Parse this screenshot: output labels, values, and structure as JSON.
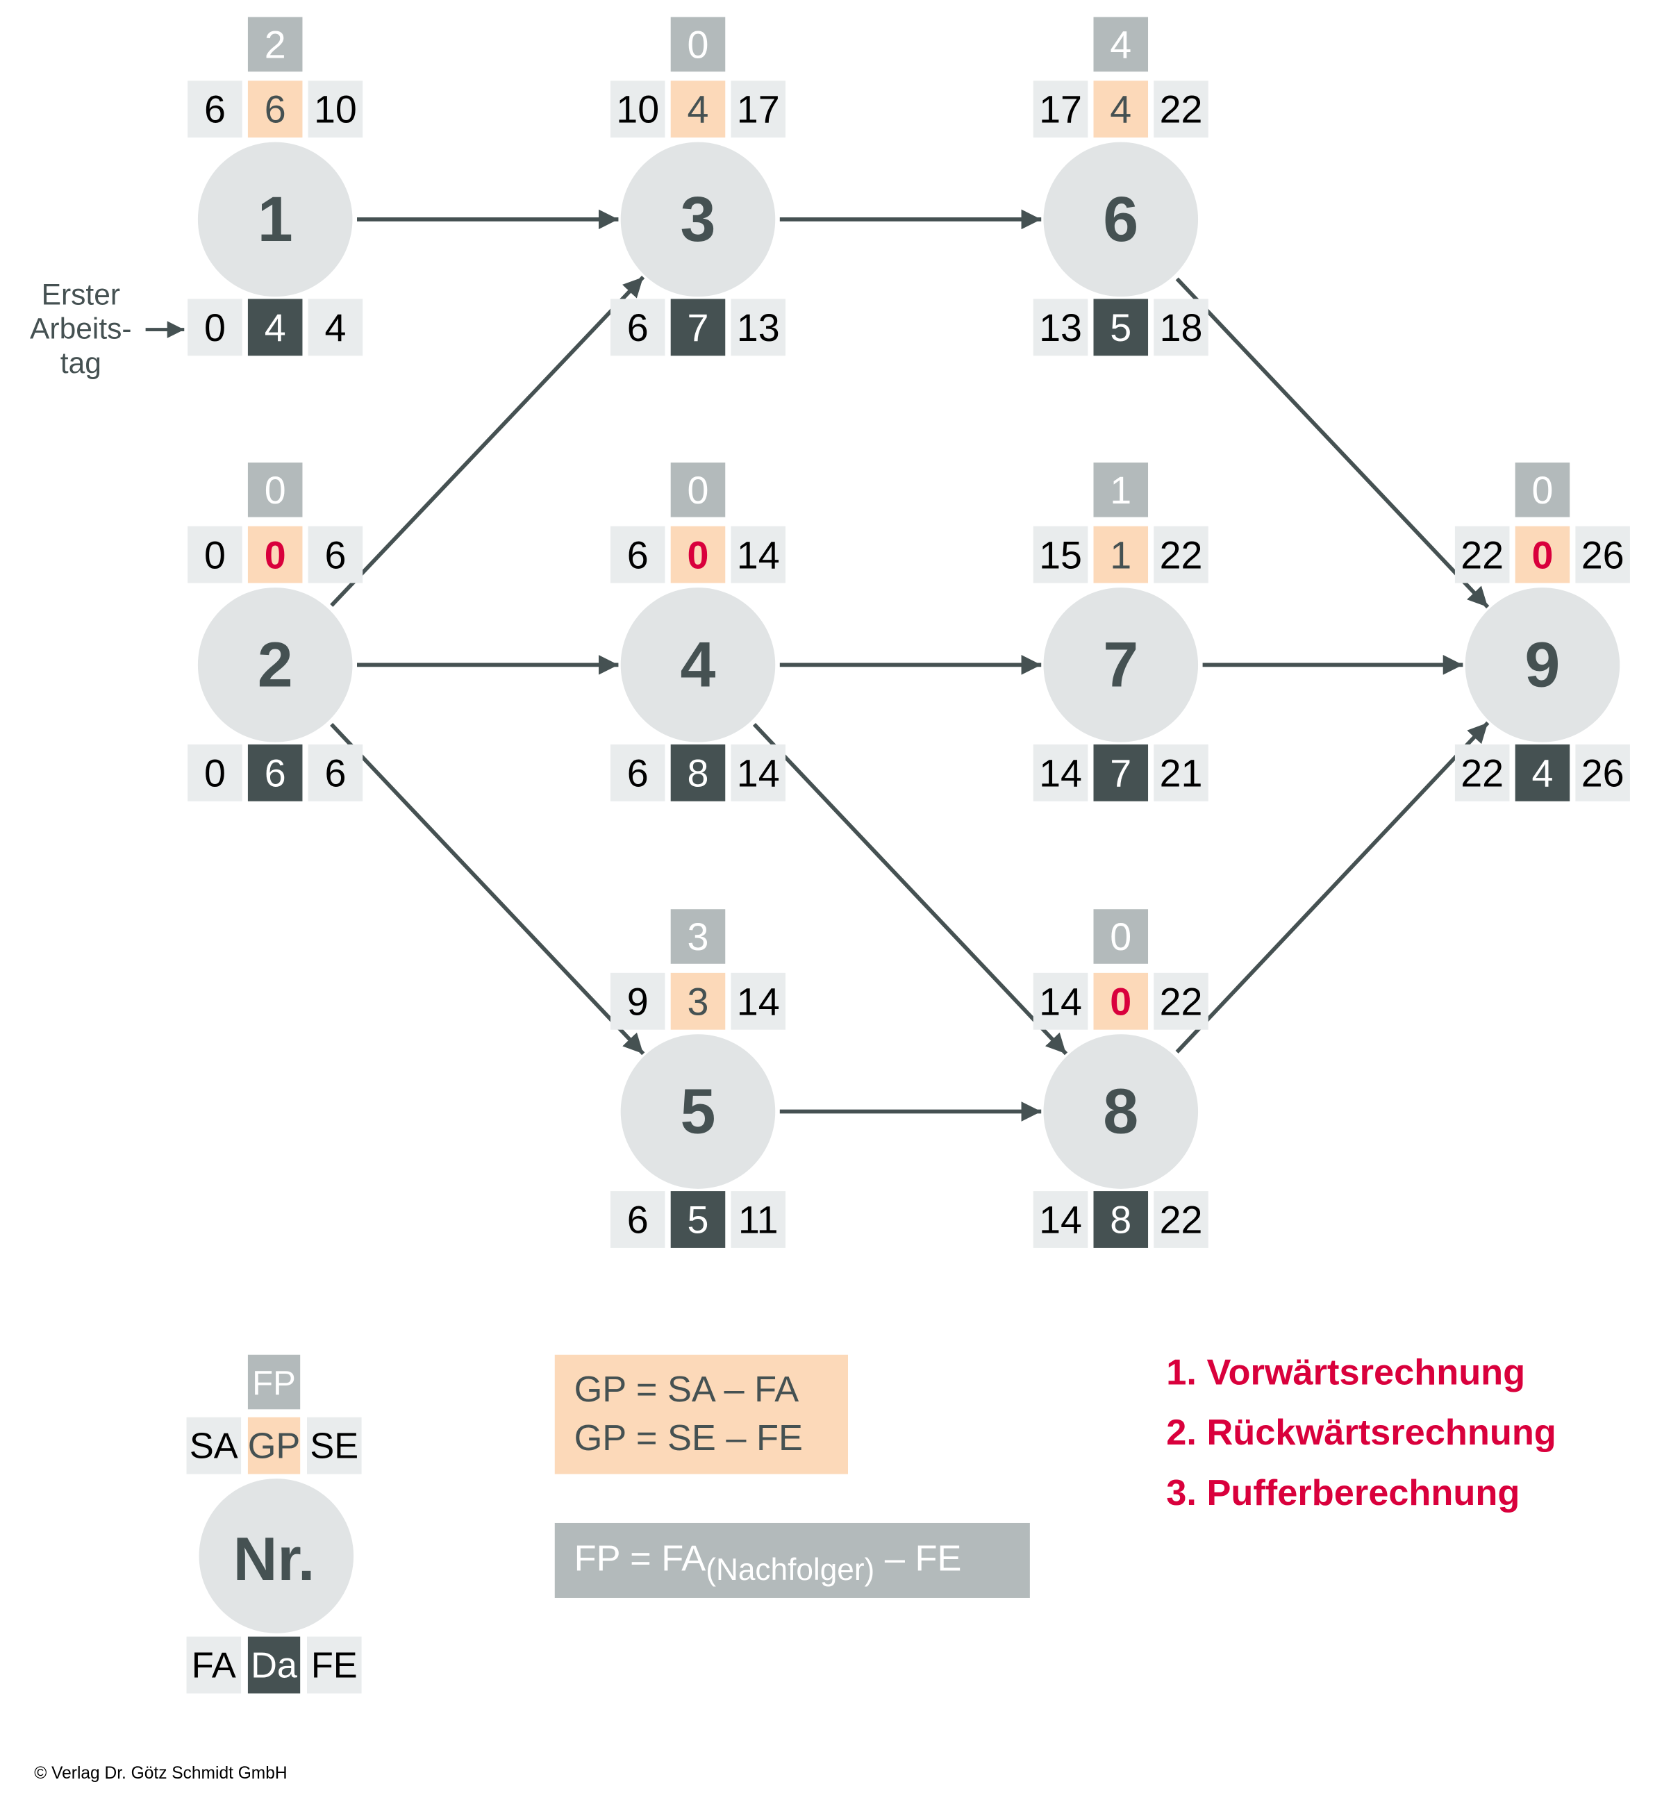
{
  "colors": {
    "node_fill": "#e1e4e5",
    "cell_light": "#e9eced",
    "cell_gp": "#fcd9b9",
    "cell_fp": "#b3babb",
    "cell_dark": "#455152",
    "arrow": "#455152",
    "red": "#d9003c",
    "text": "#000000",
    "text_dark": "#455152"
  },
  "nodes": [
    {
      "nr": "1",
      "fp": "2",
      "sa": "6",
      "gp": "6",
      "se": "10",
      "fa": "0",
      "da": "4",
      "fe": "4",
      "critical": false
    },
    {
      "nr": "2",
      "fp": "0",
      "sa": "0",
      "gp": "0",
      "se": "6",
      "fa": "0",
      "da": "6",
      "fe": "6",
      "critical": true
    },
    {
      "nr": "3",
      "fp": "0",
      "sa": "10",
      "gp": "4",
      "se": "17",
      "fa": "6",
      "da": "7",
      "fe": "13",
      "critical": false
    },
    {
      "nr": "4",
      "fp": "0",
      "sa": "6",
      "gp": "0",
      "se": "14",
      "fa": "6",
      "da": "8",
      "fe": "14",
      "critical": true
    },
    {
      "nr": "5",
      "fp": "3",
      "sa": "9",
      "gp": "3",
      "se": "14",
      "fa": "6",
      "da": "5",
      "fe": "11",
      "critical": false
    },
    {
      "nr": "6",
      "fp": "4",
      "sa": "17",
      "gp": "4",
      "se": "22",
      "fa": "13",
      "da": "5",
      "fe": "18",
      "critical": false
    },
    {
      "nr": "7",
      "fp": "1",
      "sa": "15",
      "gp": "1",
      "se": "22",
      "fa": "14",
      "da": "7",
      "fe": "21",
      "critical": false
    },
    {
      "nr": "8",
      "fp": "0",
      "sa": "14",
      "gp": "0",
      "se": "22",
      "fa": "14",
      "da": "8",
      "fe": "22",
      "critical": true
    },
    {
      "nr": "9",
      "fp": "0",
      "sa": "22",
      "gp": "0",
      "se": "26",
      "fa": "22",
      "da": "4",
      "fe": "26",
      "critical": true
    }
  ],
  "edges": [
    [
      "1",
      "3"
    ],
    [
      "2",
      "3"
    ],
    [
      "2",
      "4"
    ],
    [
      "2",
      "5"
    ],
    [
      "3",
      "6"
    ],
    [
      "4",
      "7"
    ],
    [
      "4",
      "8"
    ],
    [
      "5",
      "8"
    ],
    [
      "6",
      "9"
    ],
    [
      "7",
      "9"
    ],
    [
      "8",
      "9"
    ]
  ],
  "start_label": {
    "line1": "Erster",
    "line2": "Arbeits-",
    "line3": "tag"
  },
  "legend": {
    "nr": "Nr.",
    "fp": "FP",
    "sa": "SA",
    "gp": "GP",
    "se": "SE",
    "fa": "FA",
    "da": "Da",
    "fe": "FE"
  },
  "formulas": {
    "gp1": "GP = SA – FA",
    "gp2": "GP = SE – FE",
    "fp_main": "FP = FA",
    "fp_sub": "(Nachfolger)",
    "fp_end": " – FE"
  },
  "steps": [
    "1. Vorwärtsrechnung",
    "2. Rückwärtsrechnung",
    "3. Pufferberechnung"
  ],
  "copyright": "© Verlag Dr. Götz Schmidt GmbH"
}
